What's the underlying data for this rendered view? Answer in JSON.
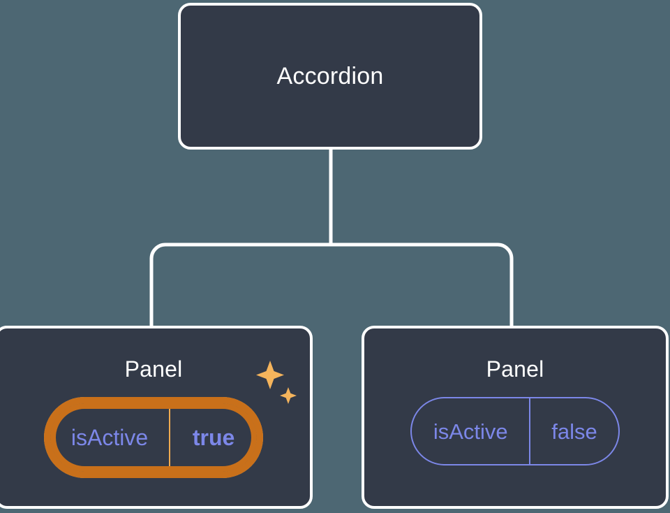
{
  "diagram": {
    "type": "component-tree",
    "background_color": "#4d6773",
    "node_fill_color": "#333a48",
    "node_border_color": "#ffffff",
    "connector_color": "#ffffff",
    "accent_color": "#7c87e8",
    "highlight_color_inner": "#f5b45c",
    "highlight_color_outer": "#c9701a",
    "root": {
      "label": "Accordion"
    },
    "children": [
      {
        "label": "Panel",
        "highlighted": true,
        "prop": {
          "key": "isActive",
          "value": "true"
        },
        "sparkle_icons": [
          "sparkle-large-icon",
          "sparkle-small-icon"
        ]
      },
      {
        "label": "Panel",
        "highlighted": false,
        "prop": {
          "key": "isActive",
          "value": "false"
        }
      }
    ]
  }
}
